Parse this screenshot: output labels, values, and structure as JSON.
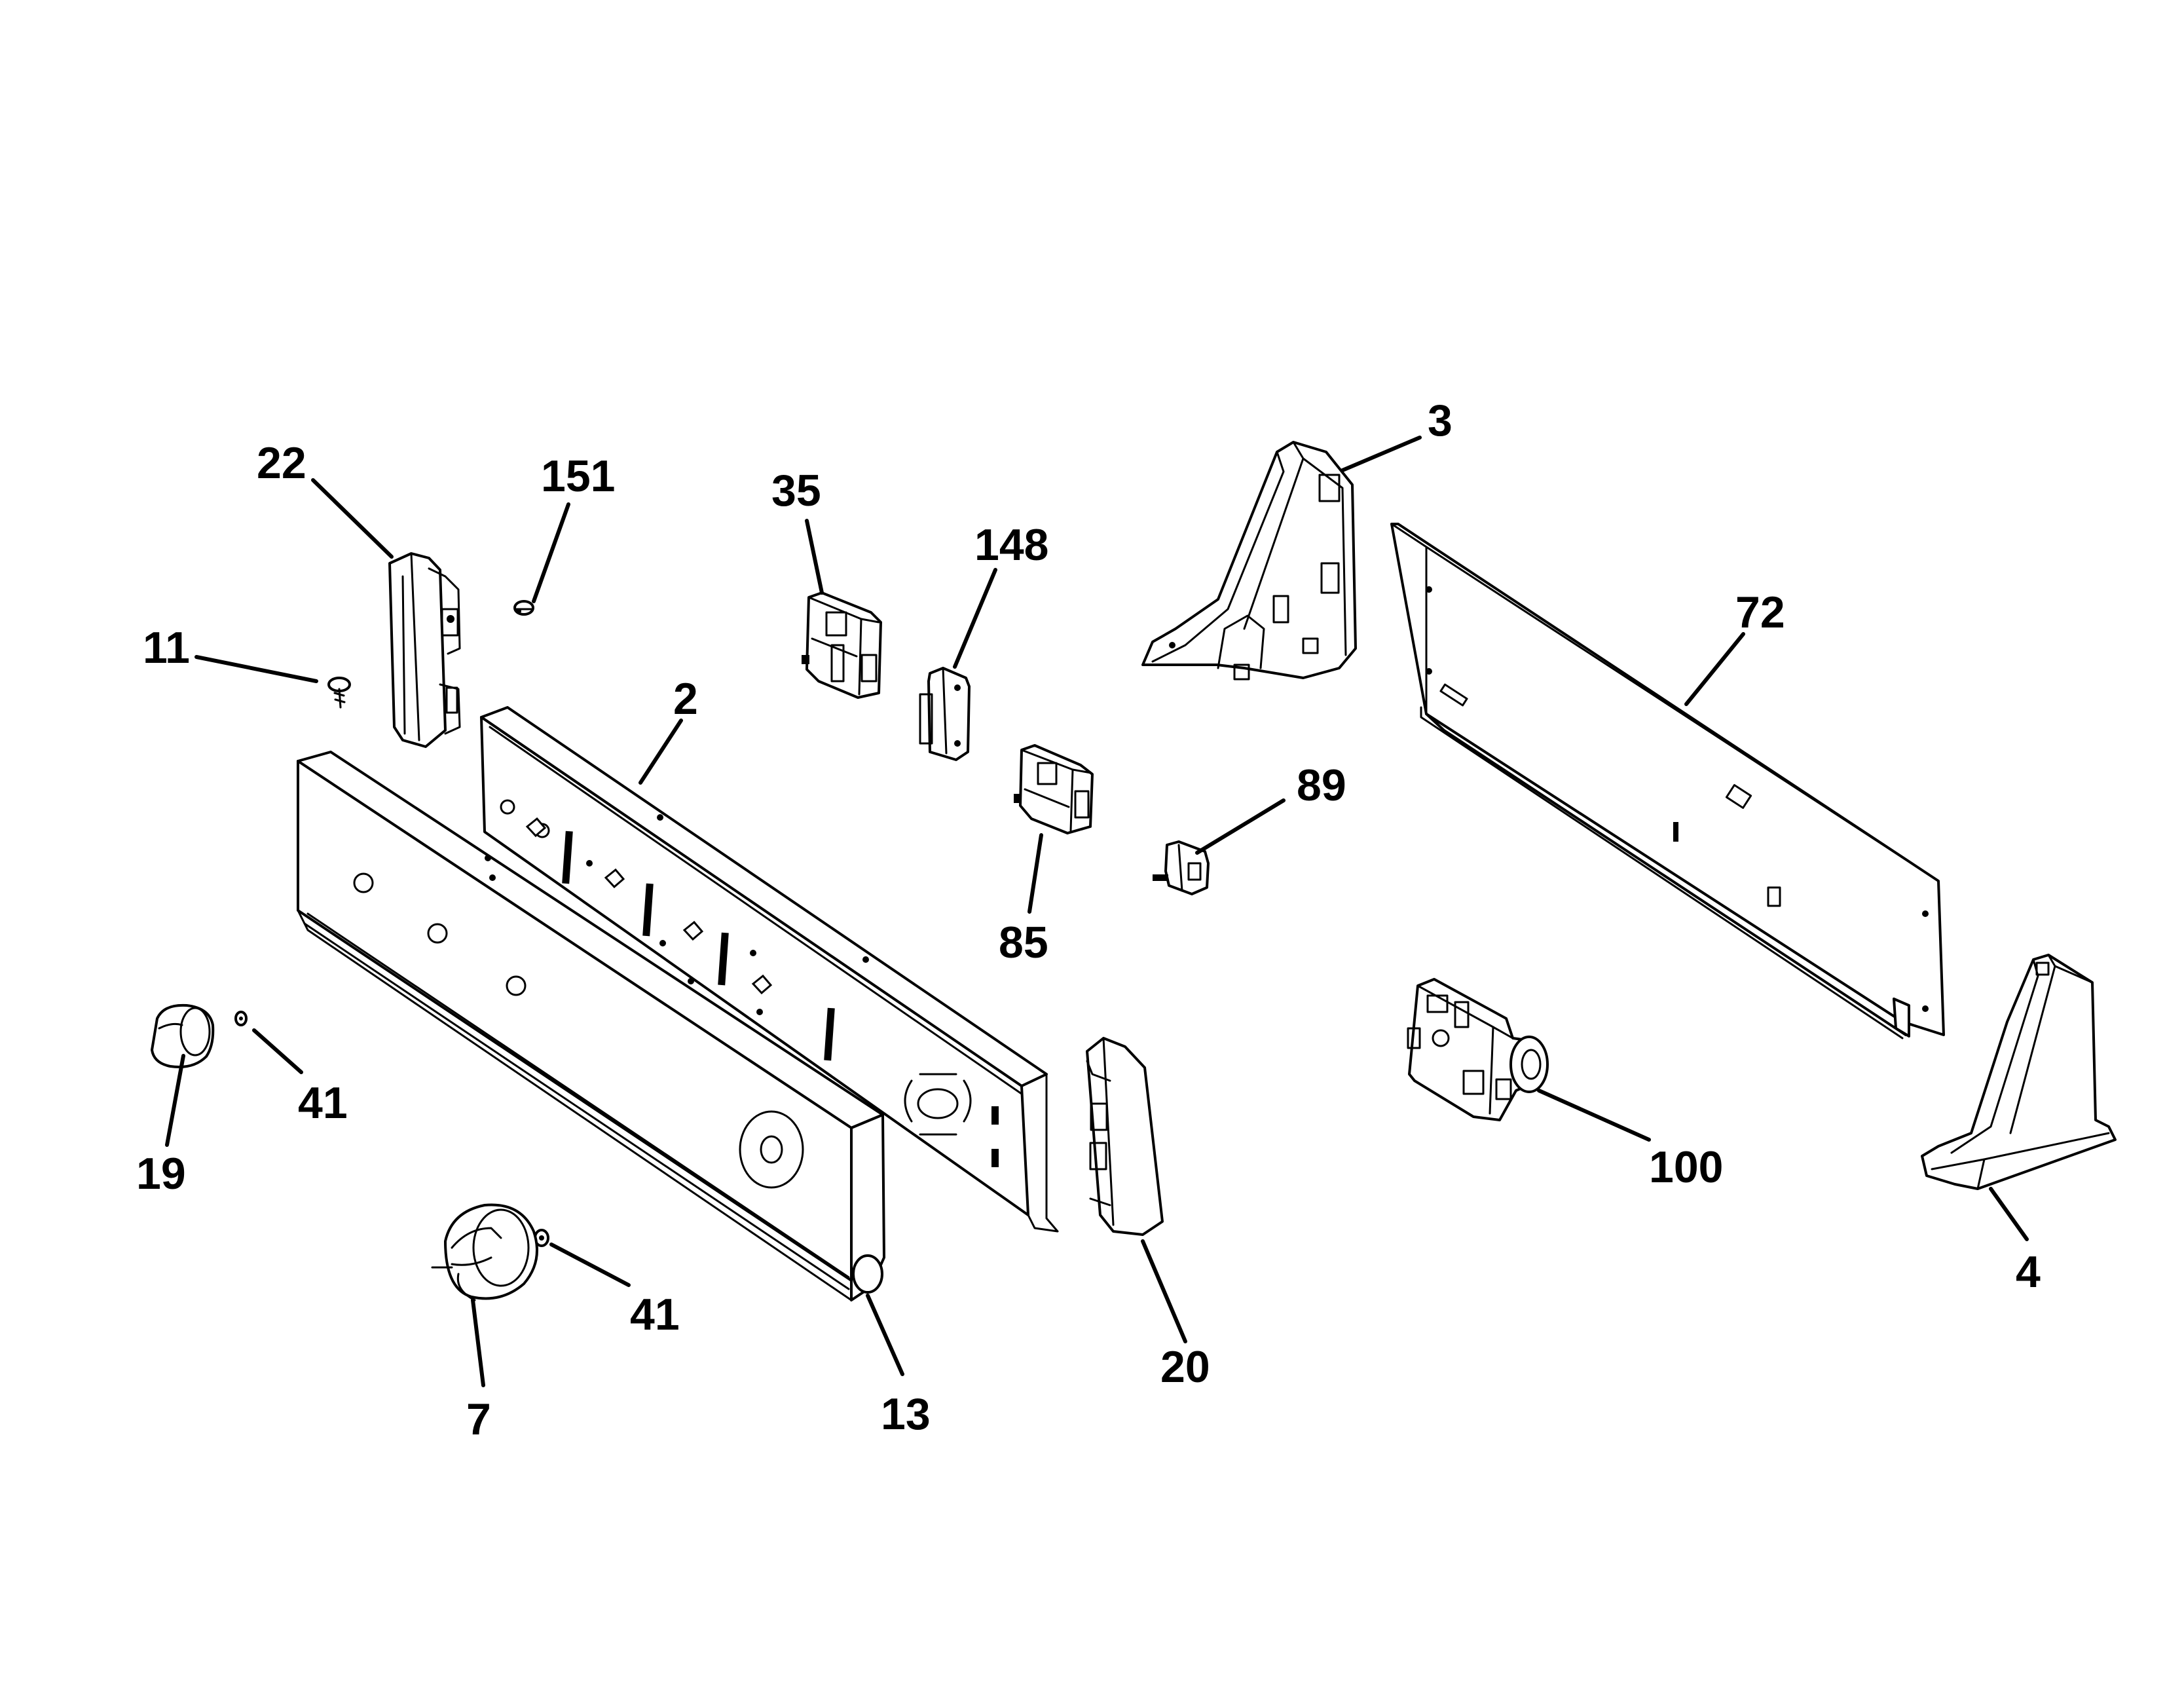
{
  "callouts": {
    "c2": "2",
    "c3": "3",
    "c4": "4",
    "c7": "7",
    "c11": "11",
    "c13": "13",
    "c19": "19",
    "c20": "20",
    "c22": "22",
    "c35": "35",
    "c41a": "41",
    "c41b": "41",
    "c72": "72",
    "c85": "85",
    "c89": "89",
    "c100": "100",
    "c148": "148",
    "c151": "151"
  },
  "colors": {
    "line": "#000000",
    "background": "#ffffff"
  }
}
